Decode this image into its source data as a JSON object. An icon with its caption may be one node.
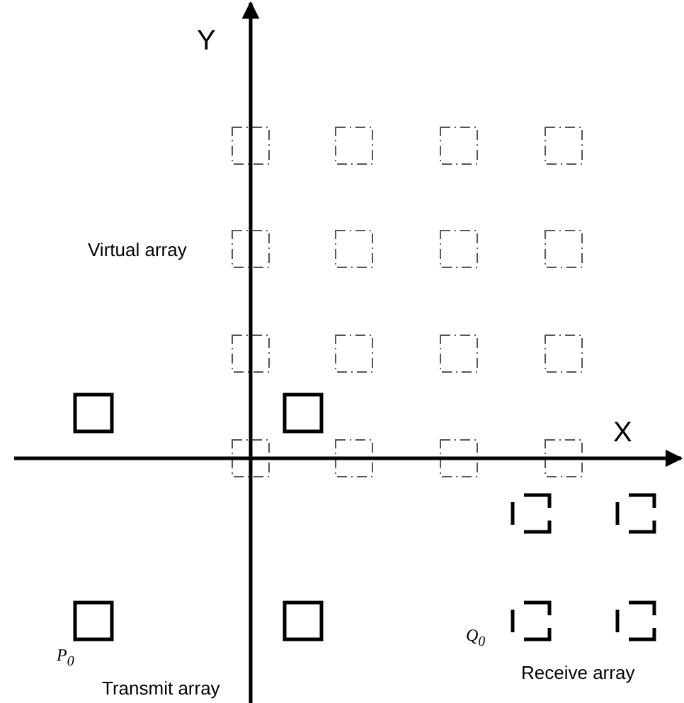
{
  "diagram": {
    "labels": [
      "Y",
      "Virtual array",
      "X",
      "P$_{0}$",
      "Transmit array",
      "Q$_{0}$",
      "Receive array"
    ]
  }
}
